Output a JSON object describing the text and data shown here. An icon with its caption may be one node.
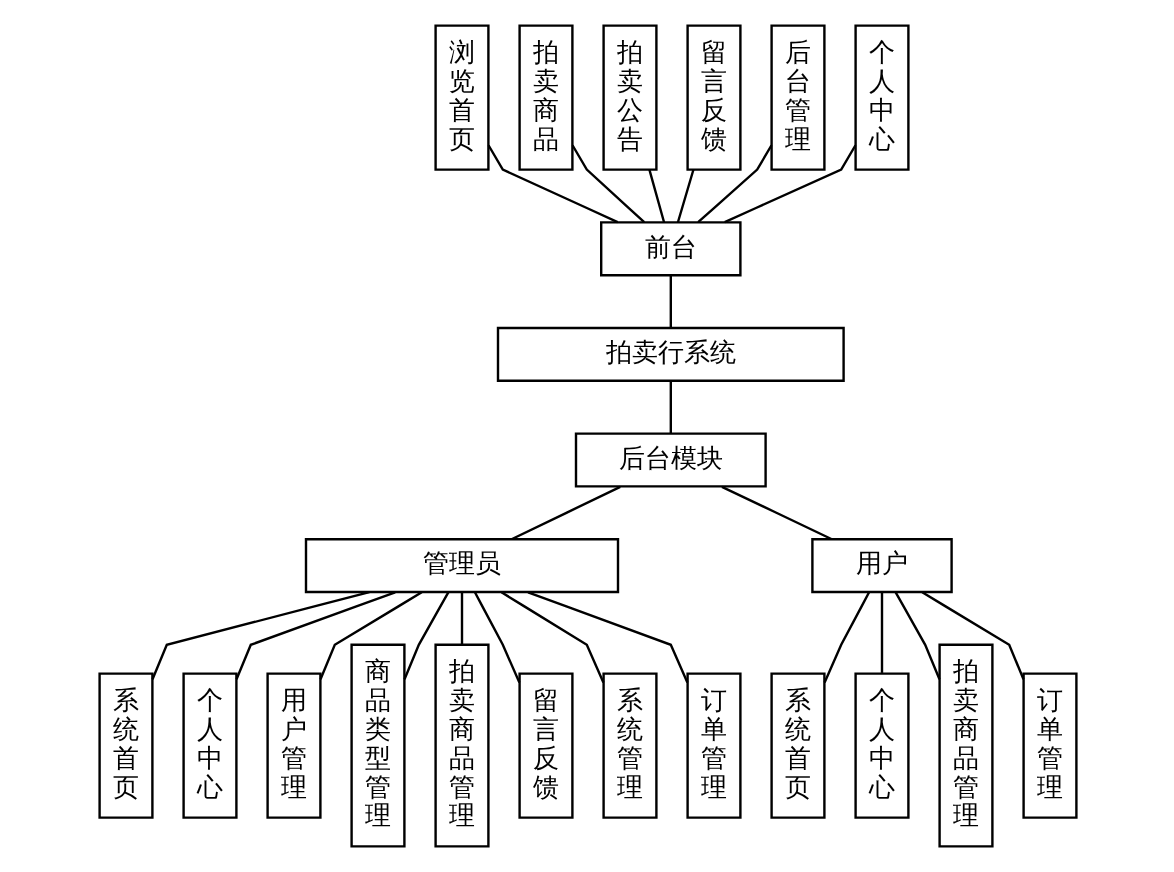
{
  "diagram": {
    "nodes": [
      {
        "text": [
          "浏览首页"
        ]
      },
      {
        "text": [
          "拍卖商品"
        ]
      },
      {
        "text": [
          "拍卖公告"
        ]
      },
      {
        "text": [
          "留言反馈"
        ]
      },
      {
        "text": [
          "后台管理"
        ]
      },
      {
        "text": [
          "个人中心"
        ]
      },
      {
        "text": [
          "前台"
        ]
      },
      {
        "text": [
          "拍卖行系统"
        ]
      },
      {
        "text": [
          "后台模块"
        ]
      },
      {
        "text": [
          "管理员"
        ]
      },
      {
        "text": [
          "用户"
        ]
      },
      {
        "text": [
          "系统首页"
        ]
      },
      {
        "text": [
          "个人中心"
        ]
      },
      {
        "text": [
          "用户管理"
        ]
      },
      {
        "text": [
          "商品类型管理"
        ]
      },
      {
        "text": [
          "拍卖商品管理"
        ]
      },
      {
        "text": [
          "留言反馈"
        ]
      },
      {
        "text": [
          "系统管理"
        ]
      },
      {
        "text": [
          "订单管理"
        ]
      },
      {
        "text": [
          "系统首页"
        ]
      },
      {
        "text": [
          "个人中心"
        ]
      },
      {
        "text": [
          "拍卖商品管理"
        ]
      },
      {
        "text": [
          "订单管理"
        ]
      }
    ],
    "edges": [
      {
        "from": 0,
        "to": 6,
        "arrow": "none"
      },
      {
        "from": 1,
        "to": 6,
        "arrow": "none"
      },
      {
        "from": 2,
        "to": 6,
        "arrow": "none"
      },
      {
        "from": 3,
        "to": 6,
        "arrow": "none"
      },
      {
        "from": 4,
        "to": 6,
        "arrow": "none"
      },
      {
        "from": 5,
        "to": 6,
        "arrow": "none"
      },
      {
        "from": 6,
        "to": 7,
        "arrow": "none"
      },
      {
        "from": 7,
        "to": 8,
        "arrow": "none"
      },
      {
        "from": 8,
        "to": 9,
        "arrow": "none"
      },
      {
        "from": 8,
        "to": 10,
        "arrow": "none"
      },
      {
        "from": 9,
        "to": 11,
        "arrow": "none"
      },
      {
        "from": 9,
        "to": 12,
        "arrow": "none"
      },
      {
        "from": 9,
        "to": 13,
        "arrow": "none"
      },
      {
        "from": 9,
        "to": 14,
        "arrow": "none"
      },
      {
        "from": 9,
        "to": 15,
        "arrow": "none"
      },
      {
        "from": 9,
        "to": 16,
        "arrow": "none"
      },
      {
        "from": 9,
        "to": 17,
        "arrow": "none"
      },
      {
        "from": 9,
        "to": 18,
        "arrow": "none"
      },
      {
        "from": 10,
        "to": 19,
        "arrow": "none"
      },
      {
        "from": 10,
        "to": 20,
        "arrow": "none"
      },
      {
        "from": 10,
        "to": 21,
        "arrow": "none"
      },
      {
        "from": 10,
        "to": 22,
        "arrow": "none"
      }
    ]
  }
}
